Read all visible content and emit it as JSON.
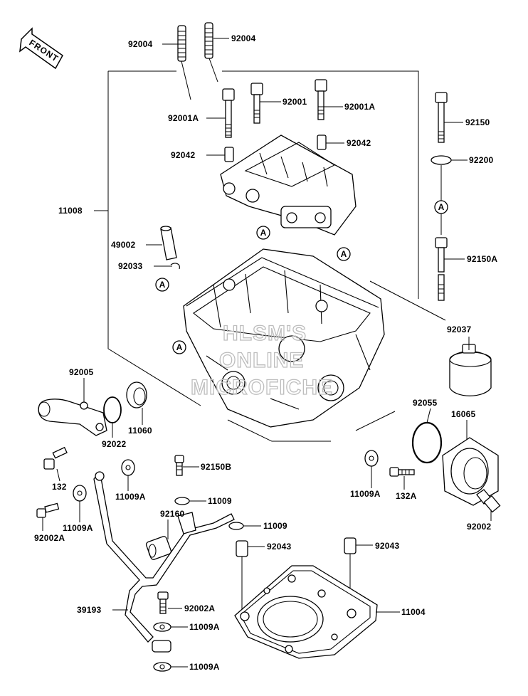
{
  "front_label": "FRONT",
  "watermark": {
    "line1": "HLSM'S",
    "line2": "ONLINE",
    "line3": "MICROFICHE"
  },
  "part_labels": {
    "p92004_left": "92004",
    "p92004_right": "92004",
    "p92001A_left": "92001A",
    "p92001": "92001",
    "p92001A_right": "92001A",
    "p92150": "92150",
    "p92042_left": "92042",
    "p92042_right": "92042",
    "p92200": "92200",
    "p11008": "11008",
    "p49002": "49002",
    "p92150A": "92150A",
    "p92033": "92033",
    "p92037": "92037",
    "p92005": "92005",
    "p92055": "92055",
    "p16065": "16065",
    "p11060": "11060",
    "p92022": "92022",
    "p11009A_mid": "11009A",
    "p11009A_right": "11009A",
    "p92150B": "92150B",
    "p132": "132",
    "p132A": "132A",
    "p11009_top": "11009",
    "p11009_mid": "11009",
    "p92002A_left": "92002A",
    "p11009A_left": "11009A",
    "p92160": "92160",
    "p92002": "92002",
    "p92043_left": "92043",
    "p92043_right": "92043",
    "p39193": "39193",
    "p92002A_mid": "92002A",
    "p11004": "11004",
    "p11009A_bottom1": "11009A",
    "p11009A_bottom2": "11009A"
  },
  "ref_markers": [
    "A",
    "A",
    "A",
    "A",
    "A"
  ]
}
